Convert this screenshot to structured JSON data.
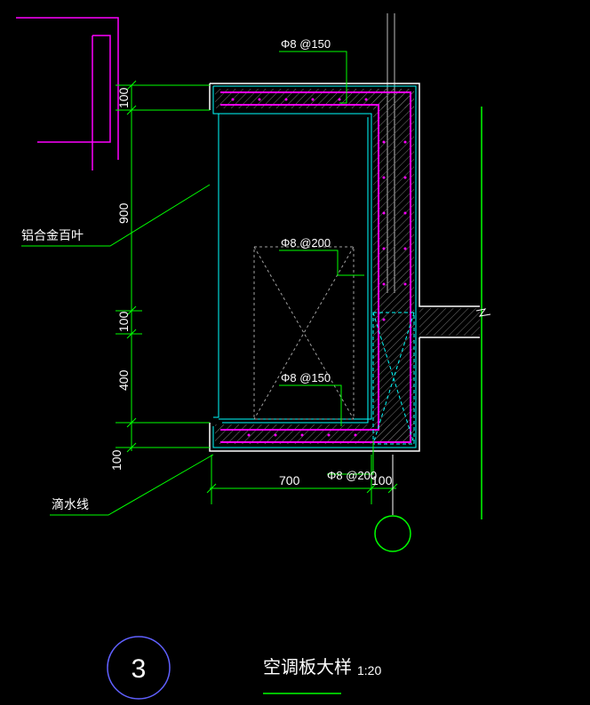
{
  "drawing": {
    "rebar_labels": [
      "Φ8 @150",
      "Φ8 @200",
      "Φ8 @150",
      "Φ8 @200"
    ],
    "dimensions": {
      "left_100_top": "100",
      "left_900": "900",
      "left_100_mid": "100",
      "left_400": "400",
      "left_100_bottom": "100",
      "bottom_700": "700",
      "bottom_100": "100"
    },
    "callouts": {
      "louver": "铝合金百叶",
      "drip": "滴水线"
    },
    "detail_number": "3",
    "title": "空调板大样",
    "scale": "1:20"
  },
  "colors": {
    "background": "#000000",
    "green": "#00ff00",
    "white": "#ffffff",
    "cyan": "#00ffff",
    "magenta": "#ff00ff",
    "blue": "#6060ff",
    "gray": "#a0a0a0"
  }
}
